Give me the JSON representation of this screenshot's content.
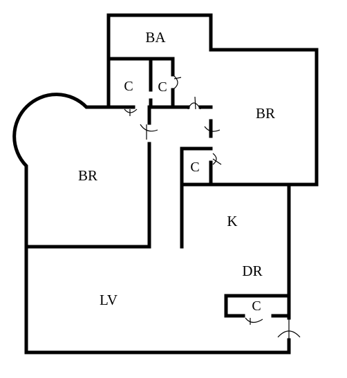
{
  "floor_plan": {
    "rooms": {
      "bathroom": "BA",
      "bedroom_left": "BR",
      "bedroom_right": "BR",
      "kitchen": "K",
      "dining_room": "DR",
      "living_room": "LV"
    },
    "closets": {
      "bath_closet_1": "C",
      "bath_closet_2": "C",
      "hall_closet": "C",
      "dining_closet": "C"
    }
  }
}
